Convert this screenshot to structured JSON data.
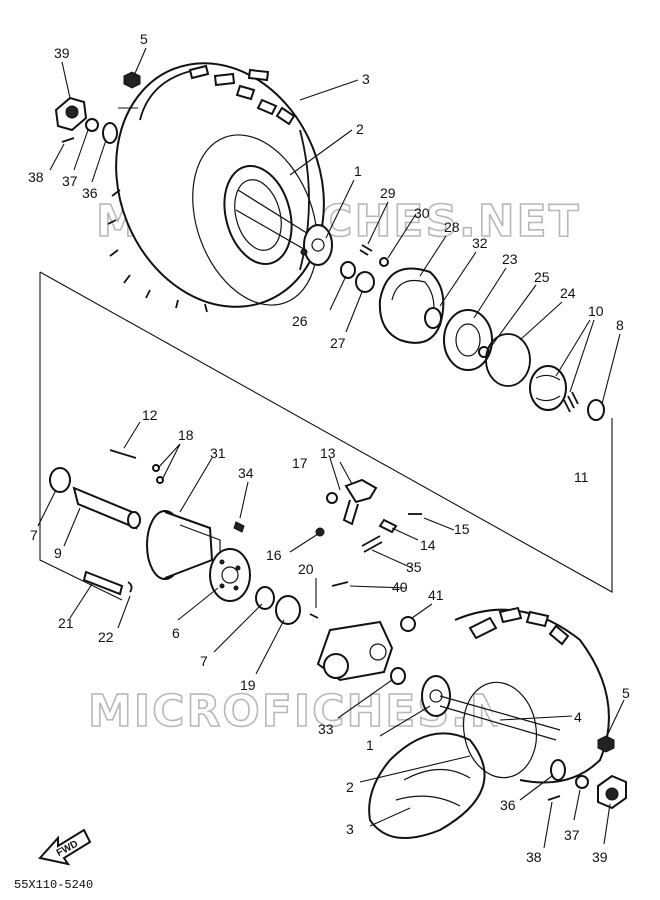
{
  "diagram": {
    "watermark": "MICROFICHES.NET",
    "drawing_code": "55X110-5240",
    "direction_arrow": "FWD",
    "callouts": {
      "c1a": "1",
      "c1b": "1",
      "c2a": "2",
      "c2b": "2",
      "c3a": "3",
      "c3b": "3",
      "c4": "4",
      "c5a": "5",
      "c5b": "5",
      "c6": "6",
      "c7a": "7",
      "c7b": "7",
      "c8": "8",
      "c9": "9",
      "c10": "10",
      "c11": "11",
      "c12": "12",
      "c13": "13",
      "c14": "14",
      "c15": "15",
      "c16": "16",
      "c17": "17",
      "c18": "18",
      "c19": "19",
      "c20": "20",
      "c21": "21",
      "c22": "22",
      "c23": "23",
      "c24": "24",
      "c25": "25",
      "c26": "26",
      "c27": "27",
      "c28": "28",
      "c29": "29",
      "c30": "30",
      "c31": "31",
      "c32": "32",
      "c33": "33",
      "c34": "34",
      "c35": "35",
      "c36a": "36",
      "c36b": "36",
      "c37a": "37",
      "c37b": "37",
      "c38a": "38",
      "c38b": "38",
      "c39a": "39",
      "c39b": "39",
      "c40": "40",
      "c41": "41"
    }
  }
}
